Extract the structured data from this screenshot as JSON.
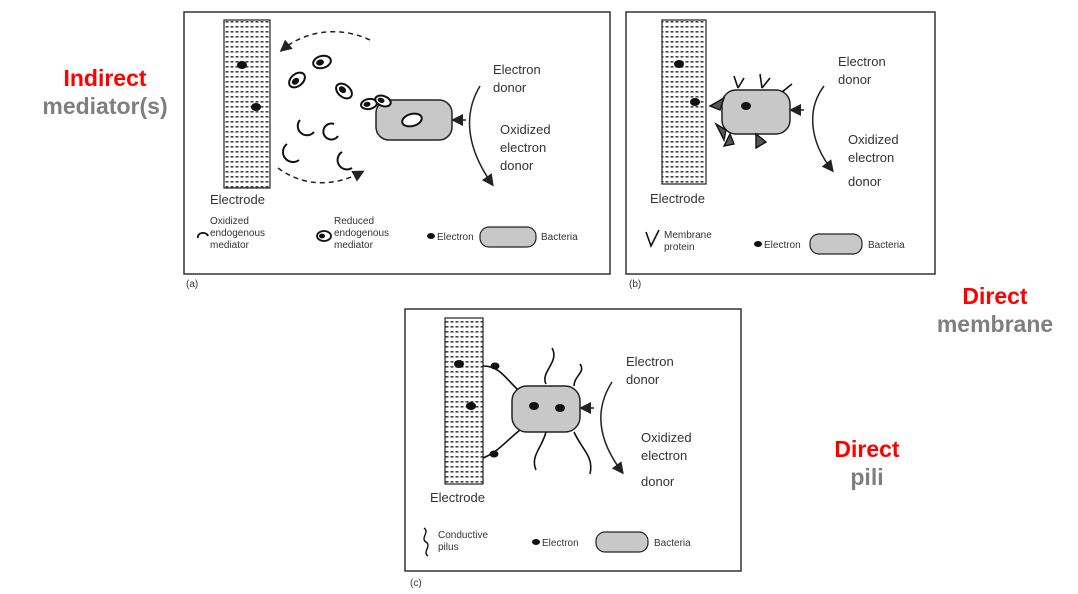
{
  "annotations": {
    "a": {
      "label": "Indirect",
      "sub": "mediator(s)"
    },
    "b": {
      "label": "Direct",
      "sub": "membrane"
    },
    "c": {
      "label": "Direct",
      "sub": "pili"
    }
  },
  "common": {
    "electrode": "Electrode",
    "electron_donor": [
      "Electron",
      "donor"
    ],
    "oxidized_donor": [
      "Oxidized",
      "electron",
      "donor"
    ],
    "electron": "Electron",
    "bacteria": "Bacteria"
  },
  "panel_a": {
    "tag": "(a)",
    "legend": {
      "oxidized": [
        "Oxidized",
        "endogenous",
        "mediator"
      ],
      "reduced": [
        "Reduced",
        "endogenous",
        "mediator"
      ]
    }
  },
  "panel_b": {
    "tag": "(b)",
    "legend": {
      "membrane": [
        "Membrane",
        "protein"
      ]
    }
  },
  "panel_c": {
    "tag": "(c)",
    "legend": {
      "pilus": [
        "Conductive",
        "pilus"
      ]
    }
  },
  "colors": {
    "annotation_red": "#ff0000",
    "annotation_grey": "#7f7f7f",
    "bacteria_fill": "#c8c8c8"
  }
}
